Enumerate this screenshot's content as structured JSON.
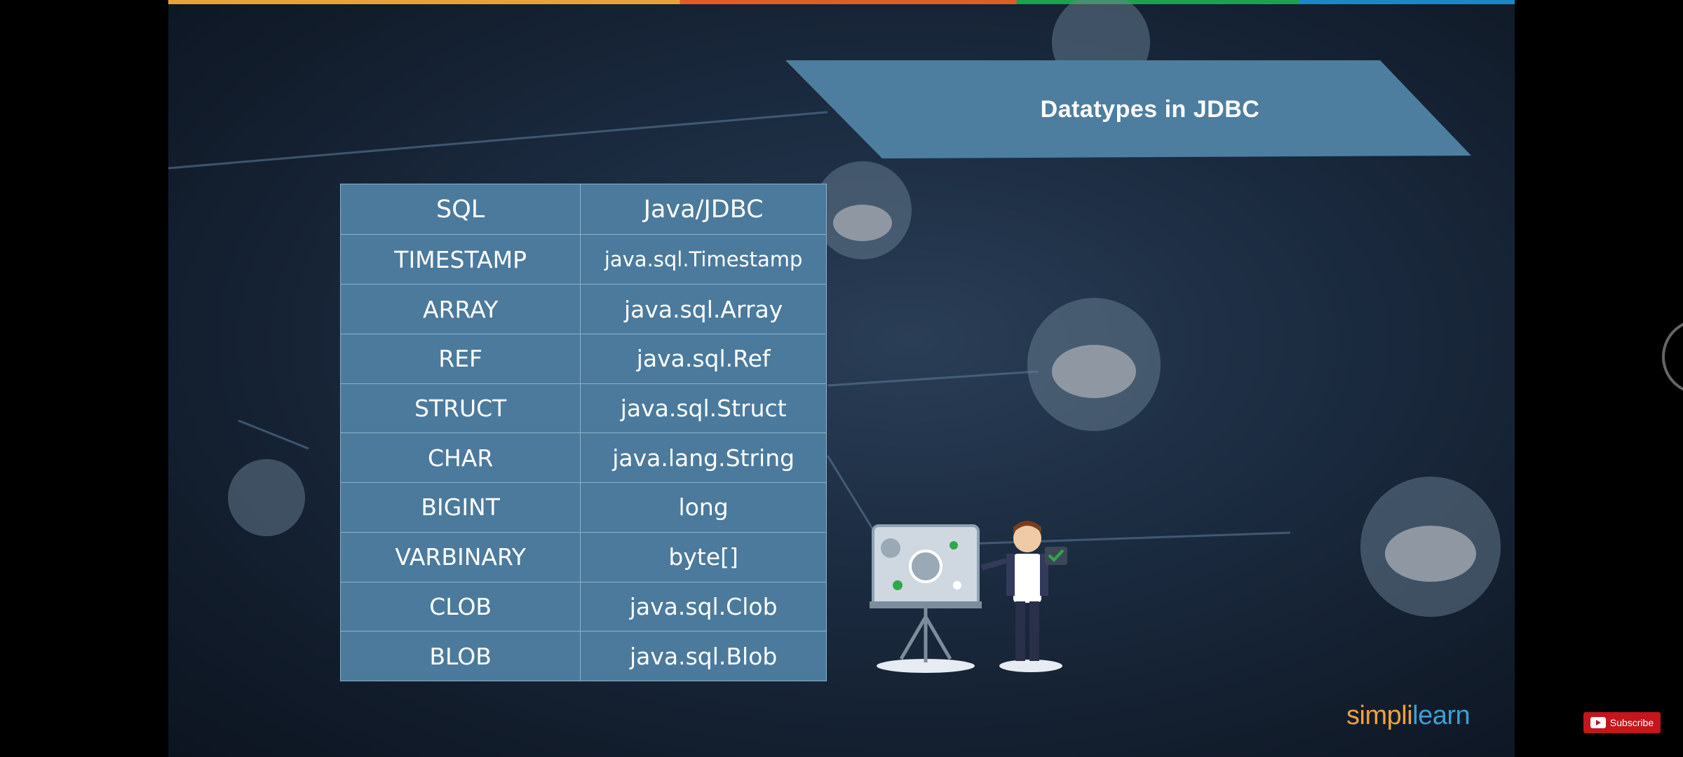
{
  "slide": {
    "title": "Datatypes in JDBC",
    "table": {
      "headers": [
        "SQL",
        "Java/JDBC"
      ],
      "rows": [
        [
          "TIMESTAMP",
          "java.sql.Timestamp"
        ],
        [
          "ARRAY",
          "java.sql.Array"
        ],
        [
          "REF",
          "java.sql.Ref"
        ],
        [
          "STRUCT",
          "java.sql.Struct"
        ],
        [
          "CHAR",
          "java.lang.String"
        ],
        [
          "BIGINT",
          "long"
        ],
        [
          "VARBINARY",
          "byte[]"
        ],
        [
          "CLOB",
          "java.sql.Clob"
        ],
        [
          "BLOB",
          "java.sql.Blob"
        ]
      ]
    }
  },
  "branding": {
    "logo_part1": "simpl",
    "logo_sep": "i",
    "logo_part2": "learn"
  },
  "subscribe": {
    "label": "Subscribe"
  },
  "colors": {
    "banner": "#4d7ea0",
    "table_bg": "#4b7a9c",
    "accent_orange": "#e8a23a",
    "accent_blue": "#1b87c9"
  }
}
